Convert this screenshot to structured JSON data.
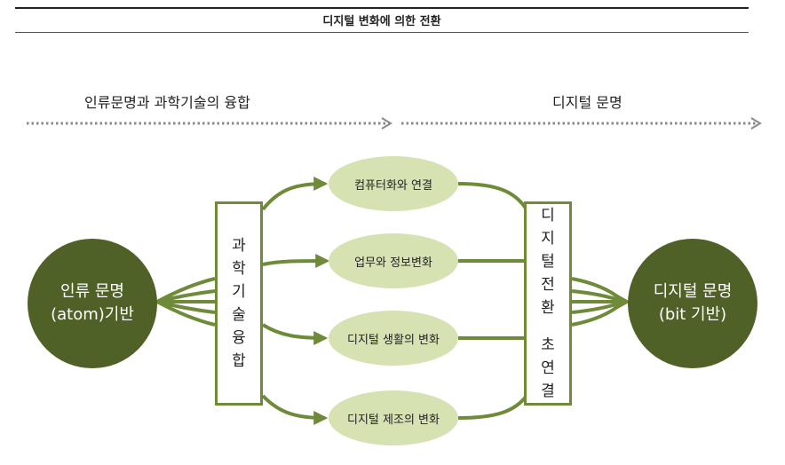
{
  "header": {
    "title": "디지털 변화에 의한 전환"
  },
  "phases": {
    "left": "인류문명과 과학기술의 융합",
    "right": "디지털 문명"
  },
  "source_circle": {
    "line1": "인류 문명",
    "line2": "(atom)기반"
  },
  "target_circle": {
    "line1": "디지털 문명",
    "line2": "(bit 기반)"
  },
  "left_box": {
    "chars": [
      "과",
      "학",
      "기",
      "술",
      "융",
      "합"
    ]
  },
  "right_box": {
    "chars": [
      "디",
      "지",
      "털",
      "전",
      "환",
      "",
      "초",
      "연",
      "결"
    ]
  },
  "changes": [
    {
      "label": "컴퓨터화와 연결"
    },
    {
      "label": "업무와 정보변화"
    },
    {
      "label": "디지털 생활의 변화"
    },
    {
      "label": "디지털 제조의 변화"
    }
  ],
  "colors": {
    "dark_green": "#4f6127",
    "arrow_green": "#6f8a38",
    "light_green": "#d7e2b3",
    "dotted_arrow": "#8a8a8a"
  }
}
